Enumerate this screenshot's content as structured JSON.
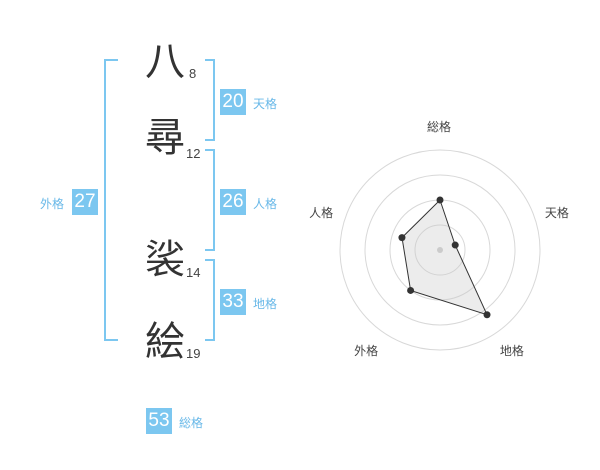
{
  "characters": [
    {
      "char": "八",
      "strokes": "8"
    },
    {
      "char": "尋",
      "strokes": "12"
    },
    {
      "char": "裟",
      "strokes": "14"
    },
    {
      "char": "絵",
      "strokes": "19"
    }
  ],
  "kaku": {
    "tenkaku": {
      "value": "20",
      "label": "天格"
    },
    "jinkaku": {
      "value": "26",
      "label": "人格"
    },
    "chikaku": {
      "value": "33",
      "label": "地格"
    },
    "gaikaku": {
      "value": "27",
      "label": "外格"
    },
    "soukaku": {
      "value": "53",
      "label": "総格"
    }
  },
  "colors": {
    "accent": "#7cc7f0",
    "label": "#68b8e8",
    "text": "#333333"
  },
  "chart_data": {
    "type": "radar",
    "axes": [
      "総格",
      "天格",
      "地格",
      "外格",
      "人格"
    ],
    "values": [
      2.5,
      0.8,
      4.0,
      2.5,
      2.0
    ],
    "max": 5,
    "rings": 4
  }
}
